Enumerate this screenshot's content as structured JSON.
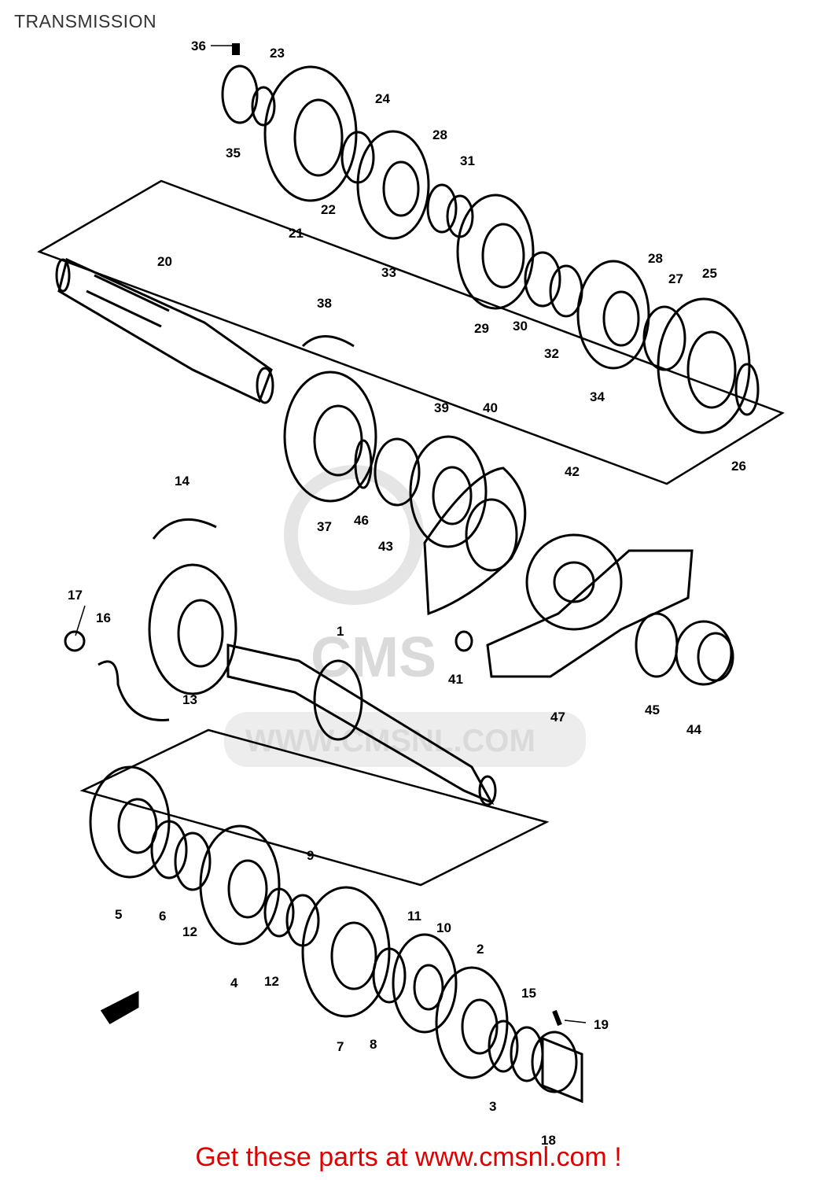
{
  "title": "TRANSMISSION",
  "footer": {
    "cta": "Get these parts at www.cmsnl.com !"
  },
  "watermark": {
    "text": "WWW.CMSNL.COM",
    "logo": "CMS"
  },
  "callouts": {
    "c1": "1",
    "c2": "2",
    "c3": "3",
    "c4": "4",
    "c5": "5",
    "c6": "6",
    "c7": "7",
    "c8": "8",
    "c9": "9",
    "c10": "10",
    "c11": "11",
    "c12a": "12",
    "c12b": "12",
    "c13": "13",
    "c14": "14",
    "c15": "15",
    "c16": "16",
    "c17": "17",
    "c18": "18",
    "c19": "19",
    "c20": "20",
    "c21": "21",
    "c22": "22",
    "c23": "23",
    "c24": "24",
    "c25": "25",
    "c26": "26",
    "c27": "27",
    "c28a": "28",
    "c28b": "28",
    "c29": "29",
    "c30": "30",
    "c31": "31",
    "c32": "32",
    "c33": "33",
    "c34": "34",
    "c35": "35",
    "c36": "36",
    "c37": "37",
    "c38": "38",
    "c39": "39",
    "c40": "40",
    "c41": "41",
    "c42": "42",
    "c43": "43",
    "c44": "44",
    "c45": "45",
    "c46": "46",
    "c47": "47"
  }
}
